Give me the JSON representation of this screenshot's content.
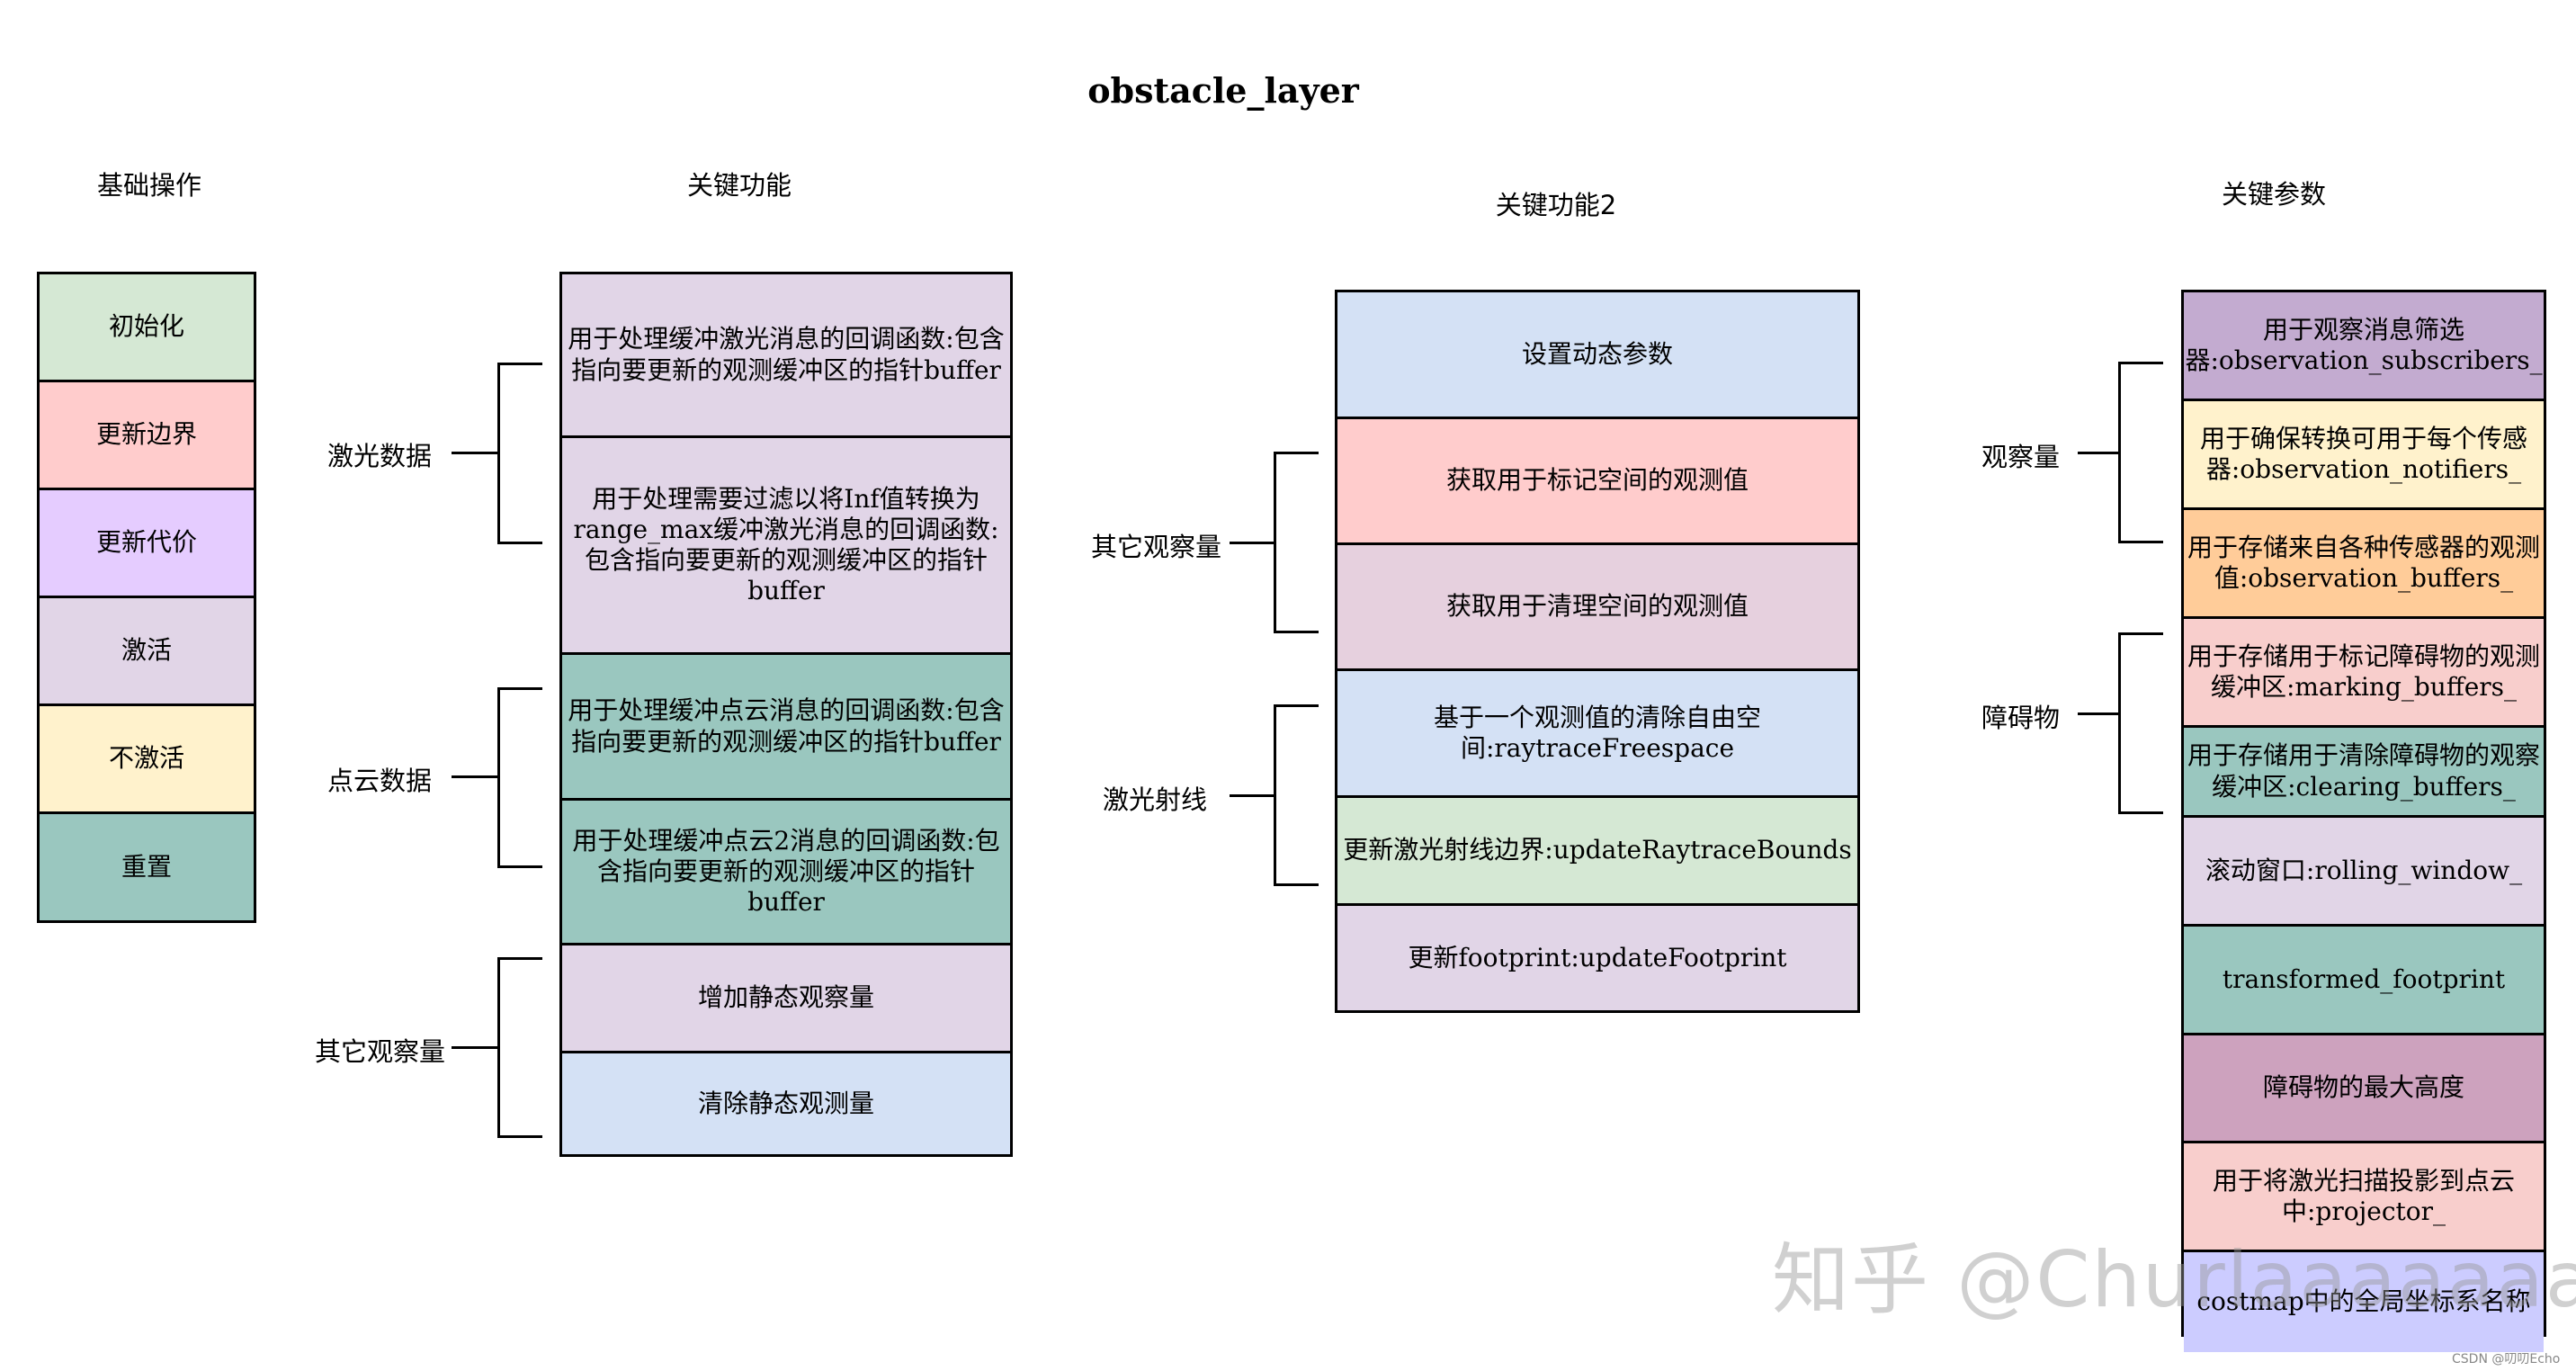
{
  "title": "obstacle_layer",
  "columns": {
    "basic": {
      "heading": "基础操作",
      "items": [
        {
          "label": "初始化",
          "color": "#d5e8d4"
        },
        {
          "label": "更新边界",
          "color": "#ffcccc"
        },
        {
          "label": "更新代价",
          "color": "#e5ccff"
        },
        {
          "label": "激活",
          "color": "#e1d5e7"
        },
        {
          "label": "不激活",
          "color": "#fff2cc"
        },
        {
          "label": "重置",
          "color": "#9ac7bf"
        }
      ]
    },
    "key": {
      "heading": "关键功能",
      "groups": [
        "激光数据",
        "点云数据",
        "其它观察量"
      ],
      "items": [
        {
          "label": "用于处理缓冲激光消息的回调函数:包含指向要更新的观测缓冲区的指针buffer",
          "color": "#e1d5e7"
        },
        {
          "label": "用于处理需要过滤以将Inf值转换为range_max缓冲激光消息的回调函数:包含指向要更新的观测缓冲区的指针buffer",
          "color": "#e1d5e7"
        },
        {
          "label": "用于处理缓冲点云消息的回调函数:包含指向要更新的观测缓冲区的指针buffer",
          "color": "#9ac7bf"
        },
        {
          "label": "用于处理缓冲点云2消息的回调函数:包含指向要更新的观测缓冲区的指针buffer",
          "color": "#9ac7bf"
        },
        {
          "label": "增加静态观察量",
          "color": "#e1d5e7"
        },
        {
          "label": "清除静态观测量",
          "color": "#d4e1f5"
        }
      ]
    },
    "key2": {
      "heading": "关键功能2",
      "groups": [
        "其它观察量",
        "激光射线"
      ],
      "items": [
        {
          "label": "设置动态参数",
          "color": "#d4e1f5"
        },
        {
          "label": "获取用于标记空间的观测值",
          "color": "#ffcccc"
        },
        {
          "label": "获取用于清理空间的观测值",
          "color": "#e6d0de"
        },
        {
          "label": "基于一个观测值的清除自由空间:raytraceFreespace",
          "color": "#d4e1f5"
        },
        {
          "label": "更新激光射线边界:updateRaytraceBounds",
          "color": "#d5e8d4"
        },
        {
          "label": "更新footprint:updateFootprint",
          "color": "#e1d5e7"
        }
      ]
    },
    "params": {
      "heading": "关键参数",
      "groups": [
        "观察量",
        "障碍物"
      ],
      "items": [
        {
          "label": "用于观察消息筛选器:observation_subscribers_",
          "color": "#c3abd0"
        },
        {
          "label": "用于确保转换可用于每个传感器:observation_notifiers_",
          "color": "#fff2cc"
        },
        {
          "label": "用于存储来自各种传感器的观测值:observation_buffers_",
          "color": "#ffcc99"
        },
        {
          "label": "用于存储用于标记障碍物的观测缓冲区:marking_buffers_",
          "color": "#f8cecc"
        },
        {
          "label": "用于存储用于清除障碍物的观察缓冲区:clearing_buffers_",
          "color": "#9ac7bf"
        },
        {
          "label": "滚动窗口:rolling_window_",
          "color": "#e1d5e7"
        },
        {
          "label": "transformed_footprint",
          "color": "#9ac7bf"
        },
        {
          "label": "障碍物的最大高度",
          "color": "#cda2be"
        },
        {
          "label": "用于将激光扫描投影到点云中:projector_",
          "color": "#f8cecc"
        },
        {
          "label": "costmap中的全局坐标系名称",
          "color": "#ccccff"
        }
      ]
    }
  },
  "watermark": "知乎 @Churlaaaaaaa",
  "credit": "CSDN @叨叨Echo"
}
